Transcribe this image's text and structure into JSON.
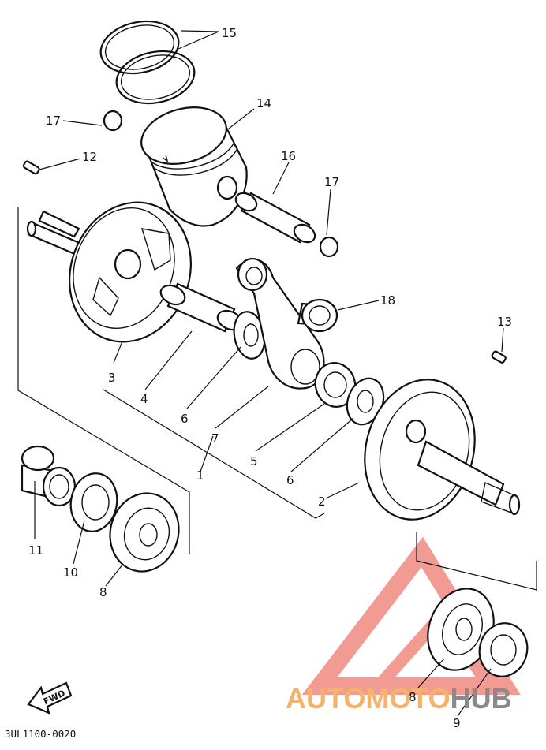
{
  "diagram": {
    "drawing_code": "3UL1100-0020",
    "fwd_label": "FWD",
    "watermark": {
      "left": "AUTOMOTO",
      "right": "HUB",
      "left_color": "#f5b26b",
      "right_color": "#8a8a8a",
      "mark_color": "#f08a80"
    },
    "callouts": {
      "c1": "1",
      "c2": "2",
      "c3": "3",
      "c4": "4",
      "c5": "5",
      "c6a": "6",
      "c6b": "6",
      "c7": "7",
      "c8a": "8",
      "c8b": "8",
      "c9": "9",
      "c10": "10",
      "c11": "11",
      "c12": "12",
      "c13": "13",
      "c14": "14",
      "c15": "15",
      "c16": "16",
      "c17a": "17",
      "c17b": "17",
      "c18": "18"
    }
  }
}
